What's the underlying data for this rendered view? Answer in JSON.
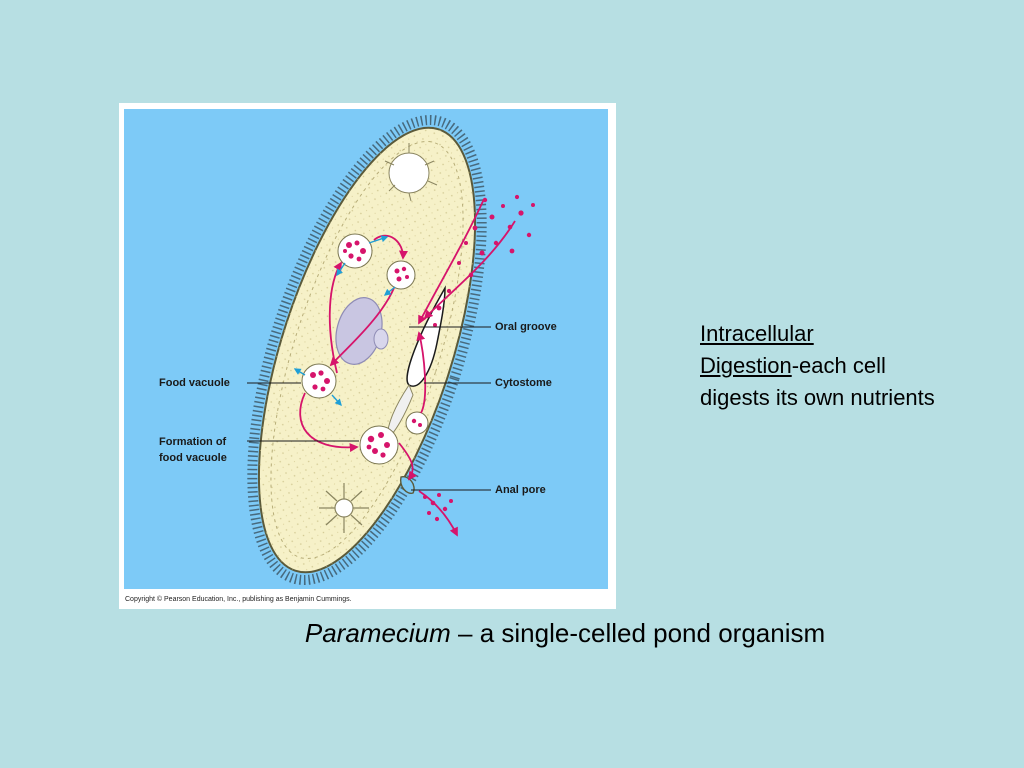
{
  "diagram": {
    "labels": {
      "food_vacuole": "Food vacuole",
      "formation_line1": "Formation of",
      "formation_line2": "food vacuole",
      "oral_groove": "Oral groove",
      "cytostome": "Cytostome",
      "anal_pore": "Anal pore"
    },
    "copyright": "Copyright © Pearson Education, Inc., publishing as Benjamin Cummings.",
    "colors": {
      "water": "#7dcaf7",
      "cell": "#f6f1c8",
      "food": "#d6146b",
      "arrow_blue": "#1f9fd6"
    }
  },
  "side_note": {
    "term_line1": "Intracellular",
    "term_line2": "Digestion",
    "rest_line2": "-each cell",
    "line3": "digests its own nutrients"
  },
  "caption": {
    "italic": "Paramecium",
    "rest": " – a single-celled pond organism"
  }
}
